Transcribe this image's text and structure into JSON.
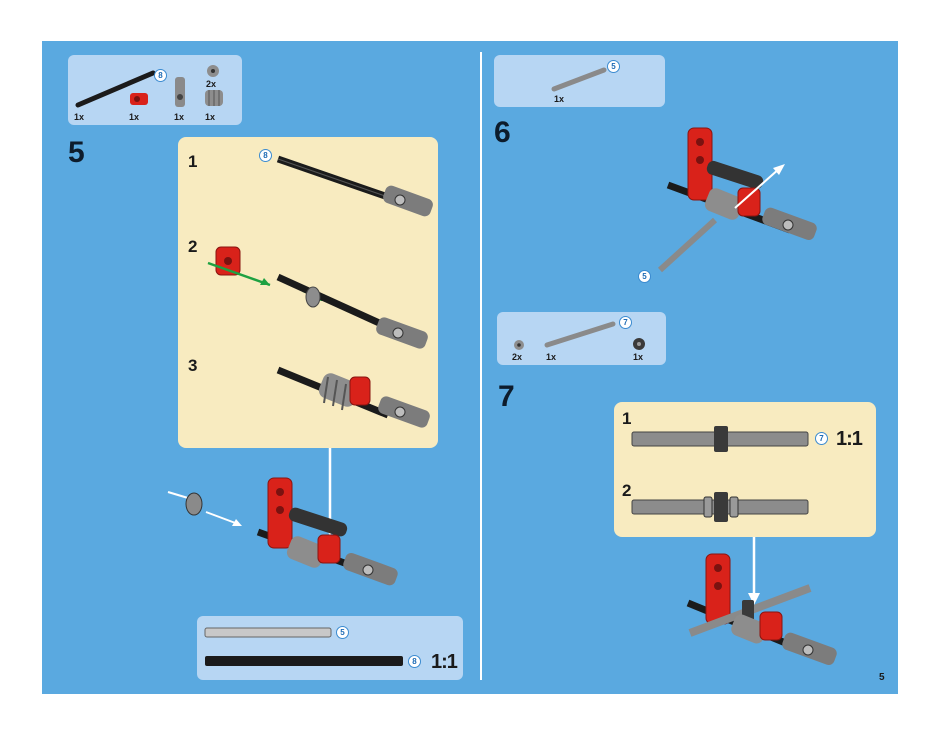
{
  "page_number": "5",
  "left": {
    "step_number": "5",
    "parts": [
      {
        "qty": "1x",
        "icon": "axle-8-black",
        "length": "8"
      },
      {
        "qty": "1x",
        "icon": "red-cross-block"
      },
      {
        "qty": "1x",
        "icon": "gray-connector"
      },
      {
        "qty": "1x",
        "icon": "gray-worm-gear"
      },
      {
        "qty": "2x",
        "icon": "gray-bush"
      }
    ],
    "substeps": [
      "1",
      "2",
      "3"
    ],
    "substep1_length": "8",
    "ruler": {
      "axle5_length": "5",
      "axle8_length": "8",
      "scale": "1:1"
    }
  },
  "right": {
    "step6": {
      "step_number": "6",
      "part_qty": "1x",
      "part_length": "5",
      "callout_length": "5"
    },
    "step7": {
      "step_number": "7",
      "parts": [
        {
          "qty": "2x",
          "icon": "gray-bush"
        },
        {
          "qty": "1x",
          "icon": "axle-7-gray",
          "length": "7"
        },
        {
          "qty": "1x",
          "icon": "dark-gear"
        }
      ],
      "substeps": [
        "1",
        "2"
      ],
      "axle_length": "7",
      "scale": "1:1"
    }
  },
  "colors": {
    "background": "#5aa9e0",
    "panel": "#b7d6f3",
    "callout": "#f8ebc0",
    "red": "#d9221a",
    "gray": "#7a7a7a"
  }
}
